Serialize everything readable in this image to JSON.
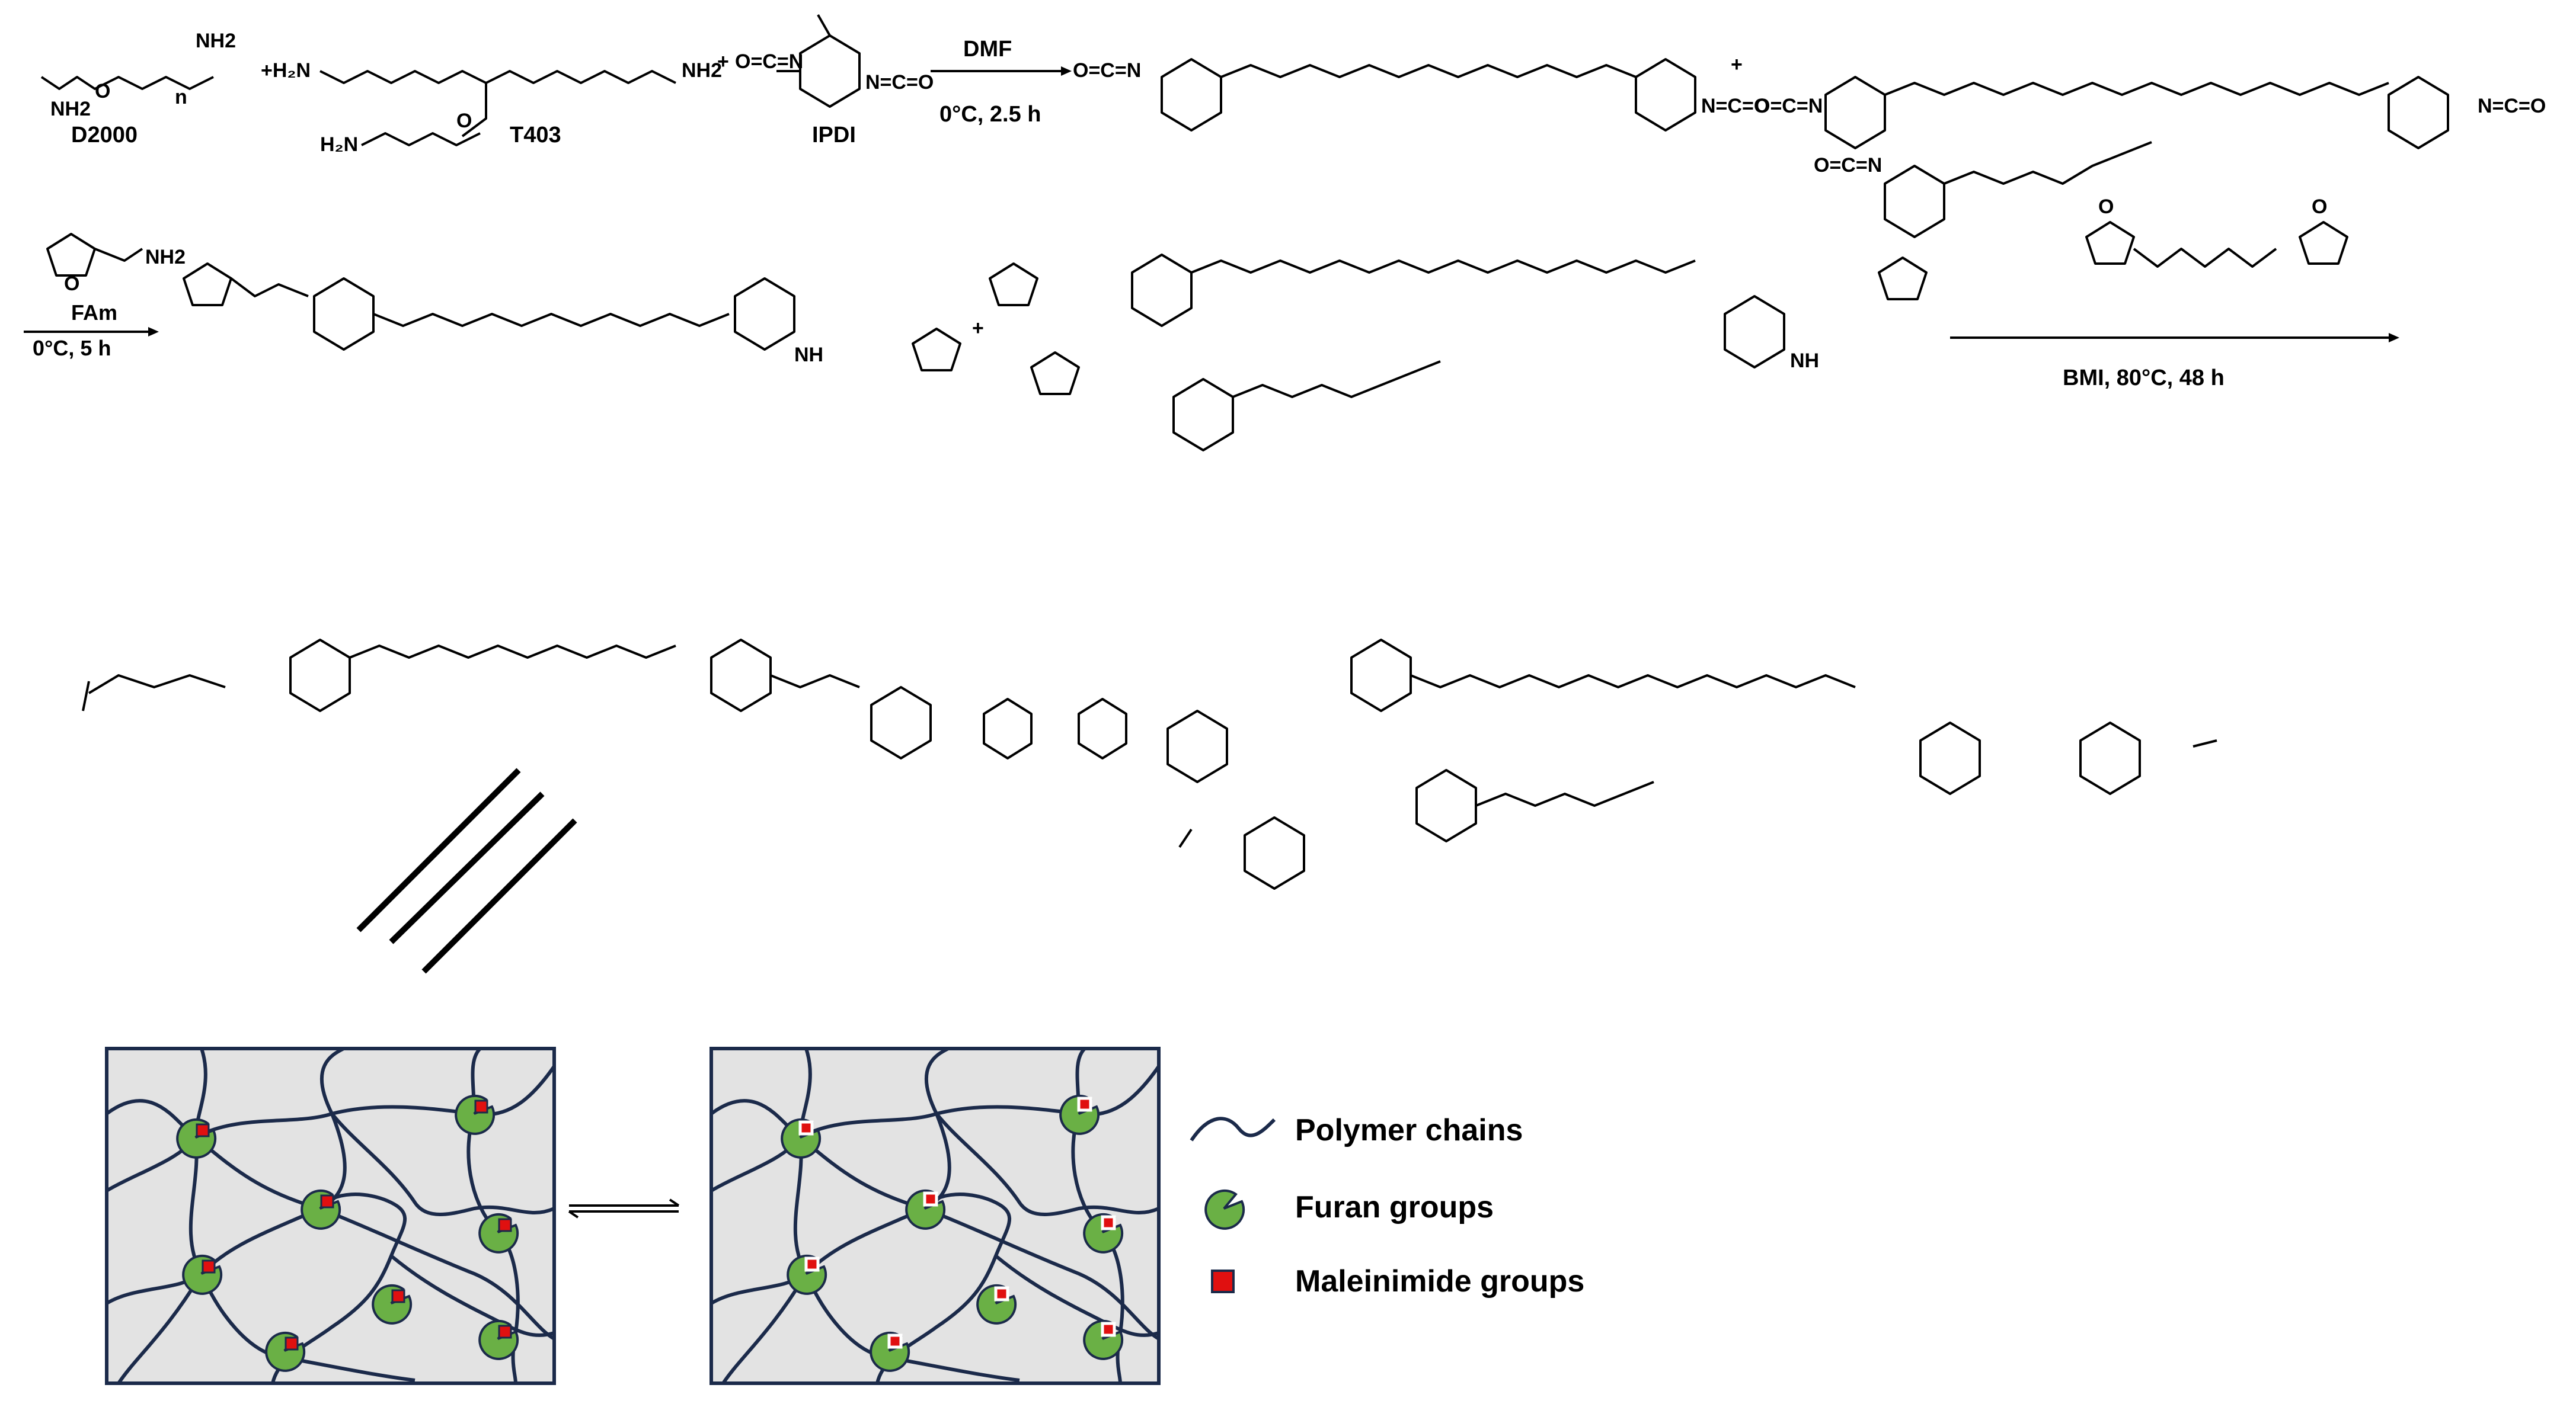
{
  "step1": {
    "reagents": [
      "D2000",
      "T403",
      "IPDI"
    ],
    "condition_top": "DMF",
    "condition_bottom": "0°C, 2.5 h"
  },
  "step2": {
    "reagent": "FAm",
    "condition_bottom": "0°C, 5 h"
  },
  "step3": {
    "condition_bottom": "BMI, 80°C, 48 h"
  },
  "legend": {
    "items": [
      {
        "label": "Polymer chains",
        "icon": "wavy-line-icon"
      },
      {
        "label": "Furan groups",
        "icon": "pacman-icon"
      },
      {
        "label": "Maleinimide groups",
        "icon": "red-square-icon"
      }
    ]
  },
  "colors": {
    "background_panel": "#e3e3e3",
    "chain": "#1b2a4a",
    "furan": "#6ab045",
    "maleimide": "#e01010"
  },
  "atoms": {
    "o": "O",
    "nh": "NH",
    "nh2": "NH2",
    "h": "H",
    "n": "N",
    "nco": "N=C=O",
    "oco": "O=C=N",
    "n_sub": "n"
  }
}
